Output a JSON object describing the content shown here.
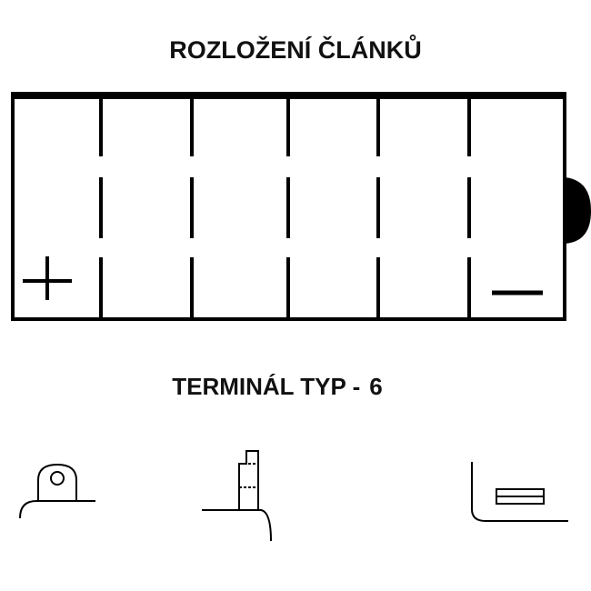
{
  "title": "ROZLOŽENÍ ČLÁNKŮ",
  "terminal": {
    "label": "TERMINÁL TYP -",
    "type": "6"
  },
  "battery": {
    "cells": 6,
    "positive_symbol": "+",
    "negative_symbol": "−"
  },
  "colors": {
    "line": "#000000",
    "background": "#ffffff"
  }
}
